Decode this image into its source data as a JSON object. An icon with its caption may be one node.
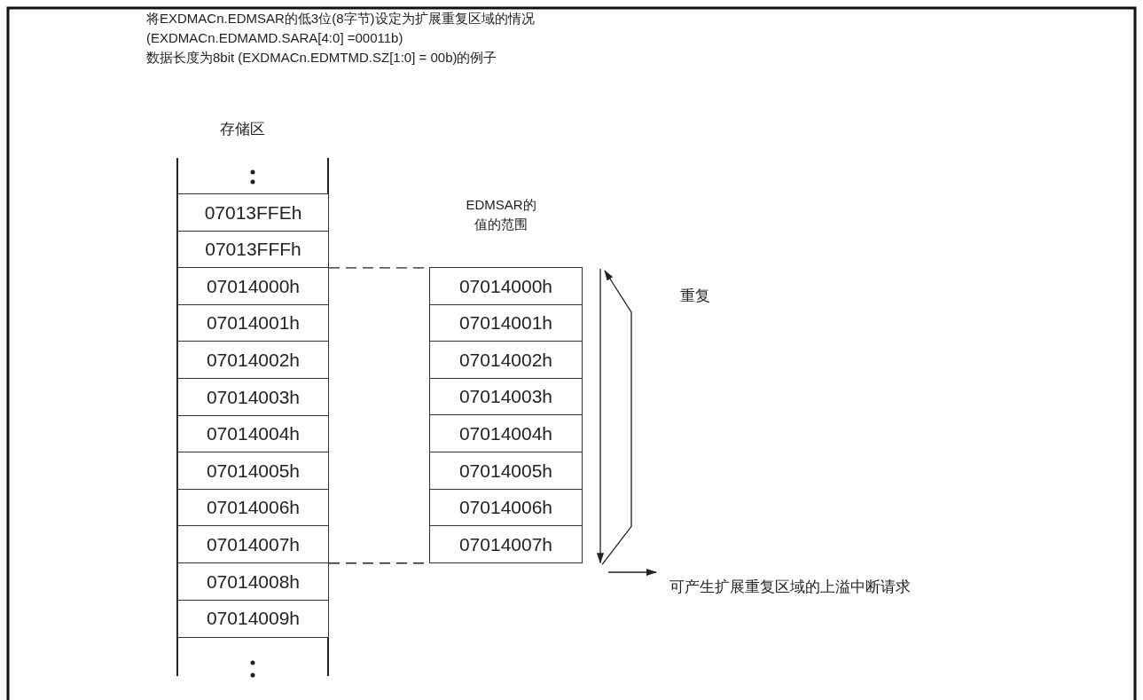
{
  "diagram": {
    "nodes": [
      {
        "text": [
          "07013FFEh"
        ]
      },
      {
        "text": [
          "07013FFFh"
        ]
      },
      {
        "text": [
          "07014000h"
        ]
      },
      {
        "text": [
          "07014001h"
        ]
      },
      {
        "text": [
          "07014002h"
        ]
      },
      {
        "text": [
          "07014003h"
        ]
      },
      {
        "text": [
          "07014004h"
        ]
      },
      {
        "text": [
          "07014005h"
        ]
      },
      {
        "text": [
          "07014006h"
        ]
      },
      {
        "text": [
          "07014007h"
        ]
      },
      {
        "text": [
          "07014008h"
        ]
      },
      {
        "text": [
          "07014009h"
        ]
      },
      {
        "text": [
          "07014000h"
        ]
      },
      {
        "text": [
          "07014001h"
        ]
      },
      {
        "text": [
          "07014002h"
        ]
      },
      {
        "text": [
          "07014003h"
        ]
      },
      {
        "text": [
          "07014004h"
        ]
      },
      {
        "text": [
          "07014005h"
        ]
      },
      {
        "text": [
          "07014006h"
        ]
      },
      {
        "text": [
          "07014007h"
        ]
      },
      {
        "text": [
          "可产生扩展重复区域的上溢中断请求"
        ]
      }
    ],
    "edges": [
      {
        "from": 2,
        "to": 12,
        "arrow": "none",
        "style": "dashed"
      },
      {
        "from": 9,
        "to": 19,
        "arrow": "none",
        "style": "dashed"
      },
      {
        "from": null,
        "to": 20,
        "arrow": "to"
      },
      {
        "from": 12,
        "to": 19,
        "arrow": "to"
      },
      {
        "from": 19,
        "to": 12,
        "arrow": "to"
      }
    ],
    "labels": [
      "将EXDMACn.EDMSAR的低3位(8字节)设定为扩展重复区域的情况",
      "(EXDMACn.EDMAMD.SARA[4:0] =00011b)",
      "数据长度为8bit (EXDMACn.EDMTMD.SZ[1:0] = 00b)的例子",
      "存储区",
      "EDMSAR的值的范围",
      "重复"
    ]
  }
}
